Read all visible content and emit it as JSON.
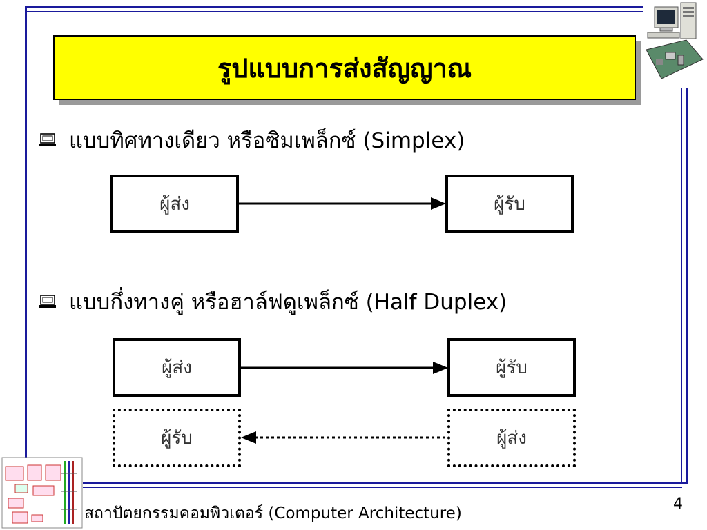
{
  "title": "รูปแบบการส่งสัญญาณ",
  "bullets": [
    "แบบทิศทางเดียว หรือซิมเพล็กซ์ (Simplex)",
    "แบบกึ่งทางคู่ หรือฮาล์ฟดูเพล็กซ์ (Half Duplex)"
  ],
  "simplex": {
    "sender": "ผู้ส่ง",
    "receiver": "ผู้รับ"
  },
  "half_duplex": {
    "sender_top": "ผู้ส่ง",
    "receiver_top": "ผู้รับ",
    "receiver_bottom": "ผู้รับ",
    "sender_bottom": "ผู้ส่ง"
  },
  "footer": "สถาปัตยกรรมคอมพิวเตอร์ (Computer Architecture)",
  "page_number": "4",
  "icons": {
    "bullet": "computer-icon",
    "corner_top": "desktop-computer-icon",
    "corner_bottom": "system-diagram-icon"
  },
  "colors": {
    "title_bg": "#ffff00",
    "rule": "#1a1a9c"
  }
}
